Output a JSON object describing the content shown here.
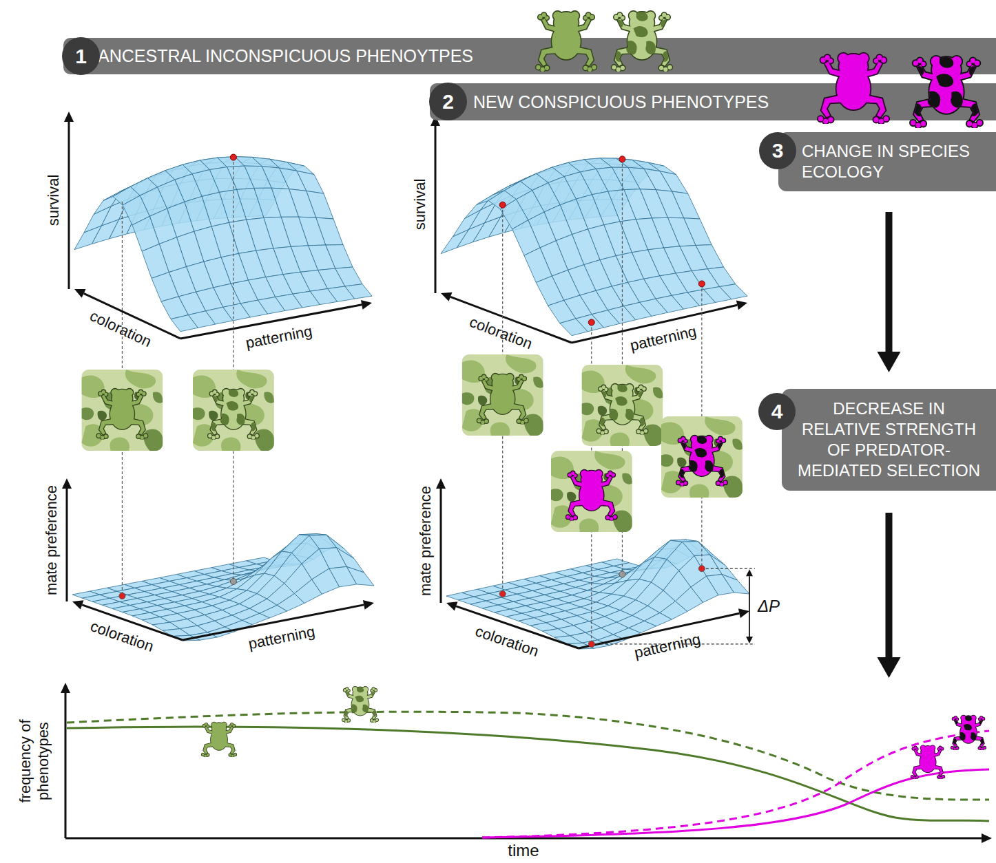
{
  "diagram": {
    "nodes": [
      {
        "text": [
          "ANCESTRAL INCONSPICUOUS PHENOYTPES"
        ]
      },
      {
        "text": [
          "1"
        ],
        "in": 0
      },
      {
        "text": [
          "NEW CONSPICUOUS PHENOTYPES"
        ]
      },
      {
        "text": [
          "2"
        ],
        "in": 2
      },
      {
        "text": [
          "CHANGE IN SPECIES ECOLOGY"
        ]
      },
      {
        "text": [
          "3"
        ],
        "in": 4
      },
      {
        "text": [
          "DECREASE IN RELATIVE STRENGTH OF PREDATOR-MEDIATED SELECTION"
        ]
      },
      {
        "text": [
          "4"
        ],
        "in": 6
      }
    ],
    "edges": [
      {
        "from": 4,
        "to": 6,
        "arrow": "to"
      }
    ],
    "labels": [
      "survival",
      "coloration",
      "patterning",
      "survival",
      "coloration",
      "patterning",
      "mate preference",
      "coloration",
      "patterning",
      "mate preference",
      "coloration",
      "patterning",
      "ΔP",
      "frequency of phenotypes",
      "time"
    ]
  }
}
